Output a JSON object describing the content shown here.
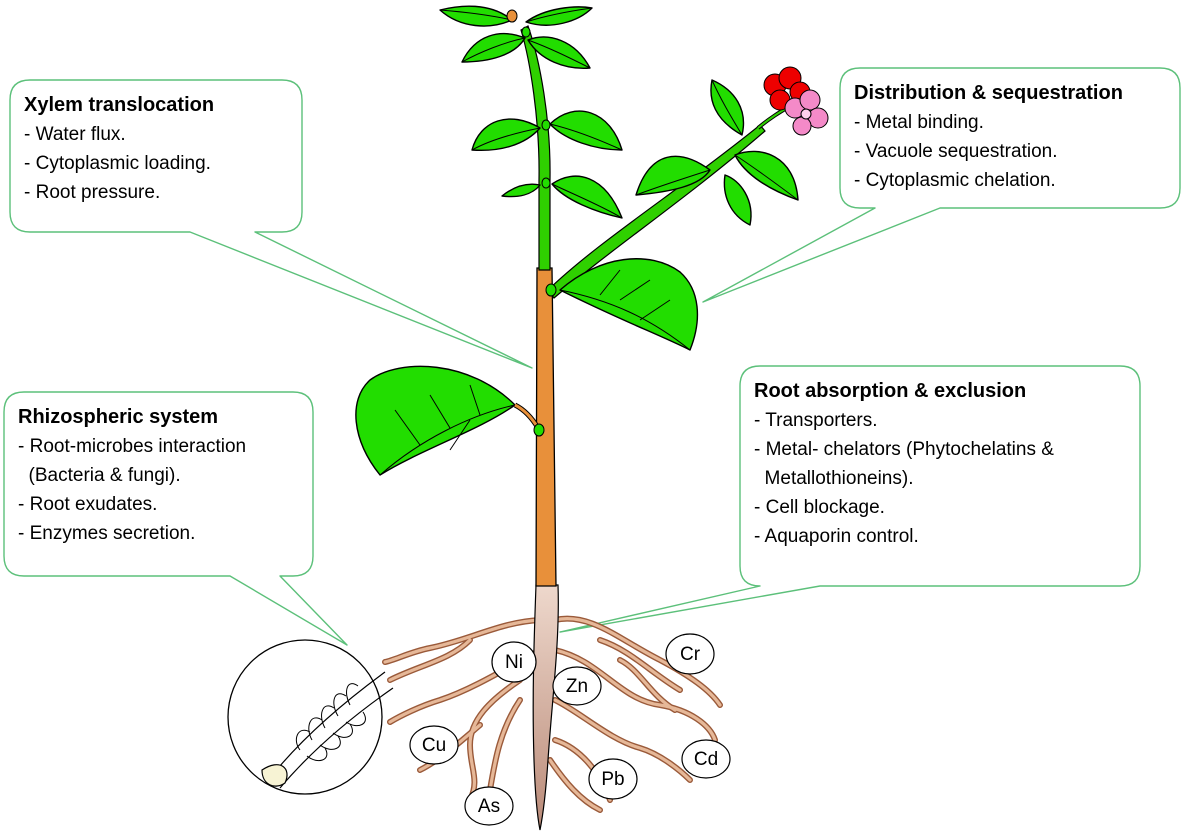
{
  "callouts": {
    "xylem": {
      "title": "Xylem translocation",
      "items": [
        "- Water flux.",
        "- Cytoplasmic loading.",
        "- Root pressure."
      ]
    },
    "distribution": {
      "title": "Distribution & sequestration",
      "items": [
        "- Metal binding.",
        "- Vacuole sequestration.",
        "- Cytoplasmic chelation."
      ]
    },
    "rhizosphere": {
      "title": "Rhizospheric system",
      "items": [
        "- Root-microbes interaction",
        "  (Bacteria & fungi).",
        "- Root exudates.",
        "- Enzymes secretion."
      ]
    },
    "root": {
      "title": "Root absorption & exclusion",
      "items": [
        "- Transporters.",
        "- Metal- chelators (Phytochelatins &",
        "  Metallothioneins).",
        "- Cell blockage.",
        "- Aquaporin control."
      ]
    }
  },
  "metals": [
    "Ni",
    "Zn",
    "Cr",
    "Cu",
    "Cd",
    "Pb",
    "As"
  ],
  "colors": {
    "callout_border": "#5cc07a",
    "leaf": "#22dd00",
    "stem_green": "#2fd000",
    "stem_orange": "#e8903a",
    "root": "#c9906a",
    "taproot": "#e2bfae",
    "flower_red": "#ee0000",
    "flower_pink": "#f48ac8"
  }
}
